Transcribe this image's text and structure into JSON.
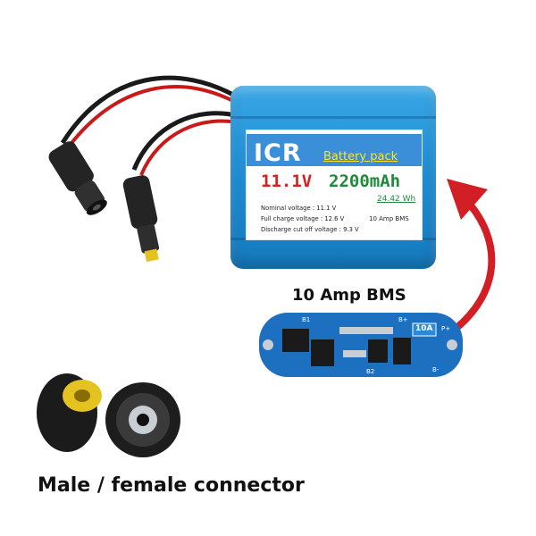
{
  "battery_label": {
    "chemistry": "ICR",
    "title": "Battery pack",
    "voltage": "11.1V",
    "capacity": "2200mAh",
    "energy": "24.42 Wh",
    "specs": [
      "Nominal voltage : 11.1 V",
      "Full charge voltage : 12.6 V",
      "Discharge cut off voltage : 9.3 V"
    ],
    "bms_tag": "10 Amp BMS"
  },
  "bms": {
    "title": "10 Amp BMS",
    "board_markings": [
      "B1",
      "B+",
      "10A",
      "P+",
      "B2",
      "B-"
    ]
  },
  "connectors": {
    "caption": "Male / female connector"
  },
  "colors": {
    "battery_blue": "#1f8fd6",
    "label_band": "#3b8fd9",
    "voltage_red": "#d92020",
    "capacity_green": "#1f8a3a",
    "arrow_red": "#d21f26",
    "pcb_blue": "#1d6fbf",
    "connector_yellow": "#e4c21f"
  }
}
